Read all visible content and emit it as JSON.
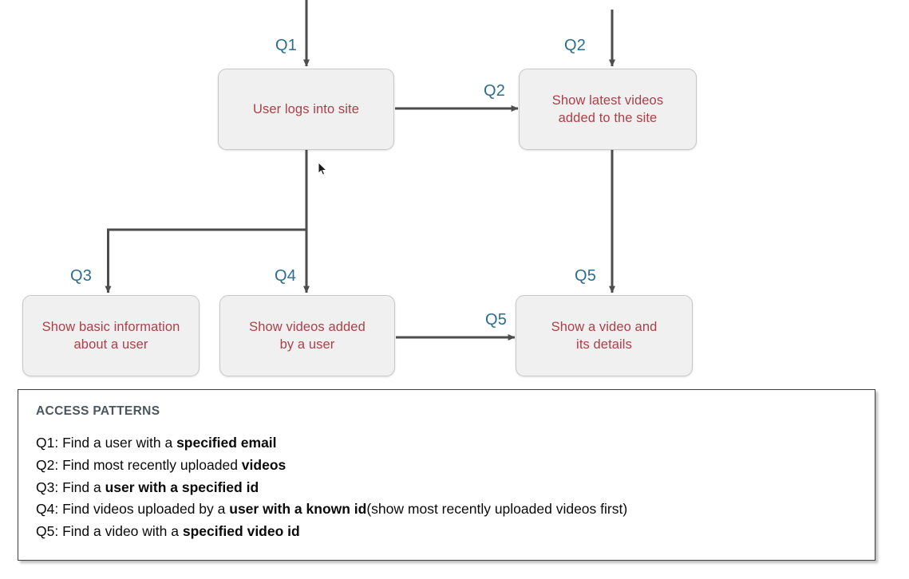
{
  "diagram": {
    "type": "flowchart",
    "nodes": [
      {
        "id": "q1",
        "label": "User logs into site"
      },
      {
        "id": "q2",
        "label": "Show latest videos\nadded to the site"
      },
      {
        "id": "q3",
        "label": "Show basic information\nabout a user"
      },
      {
        "id": "q4",
        "label": "Show videos added\nby a user"
      },
      {
        "id": "q5",
        "label": "Show a video and\nits details"
      }
    ],
    "edge_labels": [
      {
        "id": "edge-q1-top",
        "text": "Q1"
      },
      {
        "id": "edge-q2-top",
        "text": "Q2"
      },
      {
        "id": "edge-q1-to-q2",
        "text": "Q2"
      },
      {
        "id": "edge-to-q3",
        "text": "Q3"
      },
      {
        "id": "edge-to-q4",
        "text": "Q4"
      },
      {
        "id": "edge-q2-to-q5",
        "text": "Q5"
      },
      {
        "id": "edge-q4-to-q5",
        "text": "Q5"
      }
    ],
    "colors": {
      "node_fill": "#f0f0f0",
      "node_border": "#c8c8c8",
      "node_text": "#ab4049",
      "edge_label": "#2b6e8f",
      "edge_line": "#4d4d4d",
      "panel_border": "#3d3d3d",
      "panel_title": "#4b5661"
    }
  },
  "legend": {
    "title": "ACCESS PATTERNS",
    "rows": [
      {
        "key": "Q1: ",
        "pre": "Find a user with a ",
        "strong": "specified email",
        "post": ""
      },
      {
        "key": "Q2: ",
        "pre": "Find most recently uploaded ",
        "strong": "videos",
        "post": ""
      },
      {
        "key": "Q3: ",
        "pre": "Find a ",
        "strong": "user with a specified id",
        "post": ""
      },
      {
        "key": "Q4: ",
        "pre": "Find videos uploaded by a ",
        "strong": "user with a known id",
        "post": "(show most recently uploaded videos first)"
      },
      {
        "key": "Q5: ",
        "pre": "Find a video with a ",
        "strong": "specified video id",
        "post": ""
      }
    ]
  },
  "cursor": {
    "icon": "mouse-pointer-icon"
  }
}
